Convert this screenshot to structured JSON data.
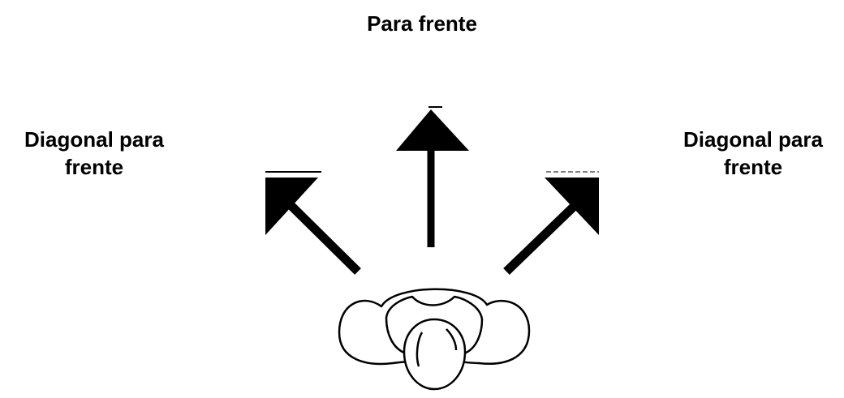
{
  "labels": {
    "forward": "Para frente",
    "diagonal_left": {
      "line1": "Diagonal para",
      "line2": "frente"
    },
    "diagonal_right": {
      "line1": "Diagonal para",
      "line2": "frente"
    }
  },
  "colors": {
    "ink": "#000000",
    "background": "#ffffff"
  }
}
